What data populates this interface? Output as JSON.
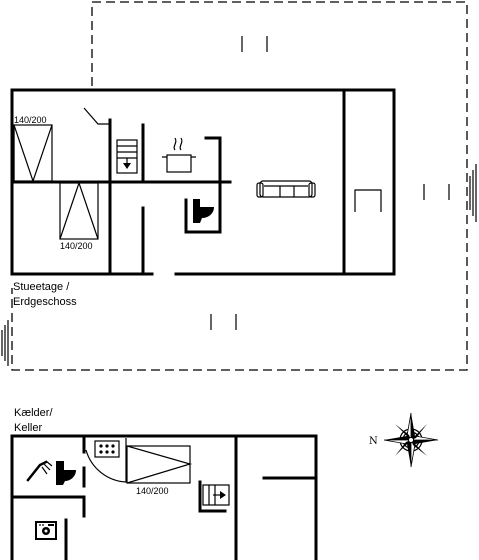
{
  "floors": {
    "ground": {
      "label_line1": "Stueetage /",
      "label_line2": "Erdgeschoss"
    },
    "basement": {
      "label_line1": "Kælder/",
      "label_line2": "Keller"
    }
  },
  "beds": {
    "ground_bed_1": "140/200",
    "ground_bed_2": "140/200",
    "basement_bed": "140/200"
  },
  "compass": {
    "north_label": "N"
  },
  "icons": [
    "bed-icon",
    "stairs-icon",
    "cooking-pot-icon",
    "toilet-icon",
    "sofa-icon",
    "shower-icon",
    "sauna-icon",
    "washing-machine-icon",
    "compass-rose-icon"
  ]
}
